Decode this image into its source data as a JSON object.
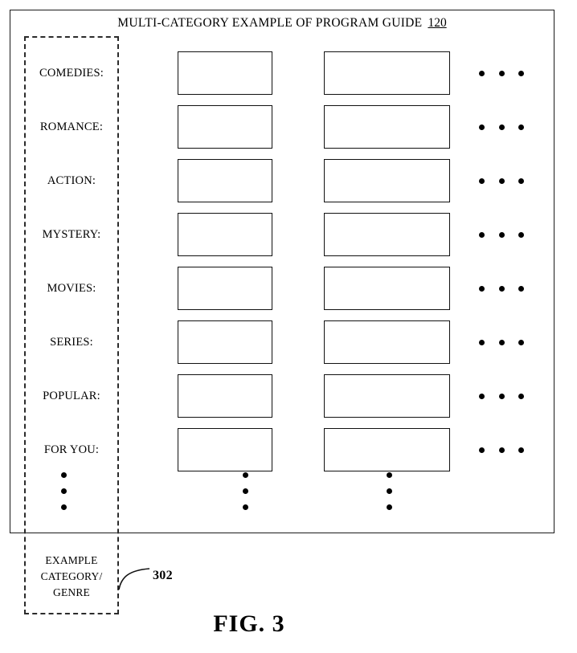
{
  "figure": {
    "caption": "FIG. 3",
    "title_text": "MULTI-CATEGORY EXAMPLE OF PROGRAM GUIDE",
    "title_ref": "120"
  },
  "callout": {
    "line1": "EXAMPLE",
    "line2": "CATEGORY/",
    "line3": "GENRE",
    "ref": "302"
  },
  "guide": {
    "columns": [
      "col-1",
      "col-2"
    ],
    "rows": [
      {
        "label": "COMEDIES:"
      },
      {
        "label": "ROMANCE:"
      },
      {
        "label": "ACTION:"
      },
      {
        "label": "MYSTERY:"
      },
      {
        "label": "MOVIES:"
      },
      {
        "label": "SERIES:"
      },
      {
        "label": "POPULAR:"
      },
      {
        "label": "FOR YOU:"
      }
    ]
  },
  "colors": {
    "line": "#111111",
    "dashed": "#2b2b2b",
    "background": "#ffffff"
  }
}
